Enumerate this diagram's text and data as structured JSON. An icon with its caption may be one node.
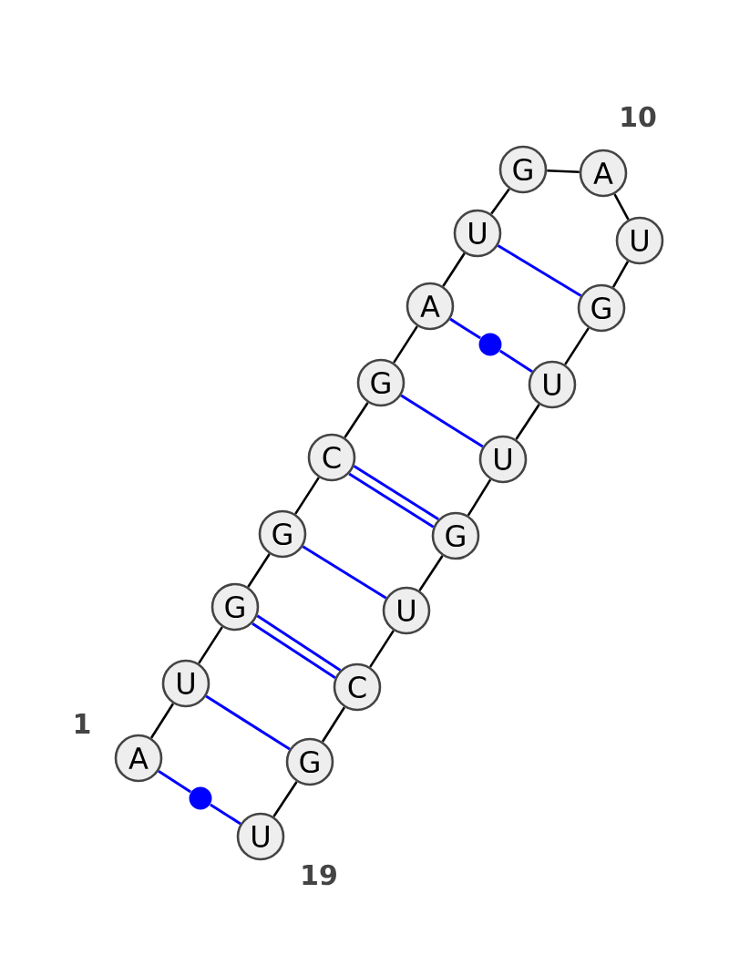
{
  "diagram": {
    "nodes": [
      {
        "text": [
          "A"
        ],
        "beside": [
          "1"
        ]
      },
      {
        "text": [
          "U"
        ]
      },
      {
        "text": [
          "G"
        ]
      },
      {
        "text": [
          "G"
        ]
      },
      {
        "text": [
          "C"
        ]
      },
      {
        "text": [
          "G"
        ]
      },
      {
        "text": [
          "A"
        ]
      },
      {
        "text": [
          "U"
        ]
      },
      {
        "text": [
          "G"
        ]
      },
      {
        "text": [
          "A"
        ],
        "beside": [
          "10"
        ]
      },
      {
        "text": [
          "U"
        ]
      },
      {
        "text": [
          "G"
        ]
      },
      {
        "text": [
          "U"
        ]
      },
      {
        "text": [
          "U"
        ]
      },
      {
        "text": [
          "G"
        ]
      },
      {
        "text": [
          "U"
        ]
      },
      {
        "text": [
          "C"
        ]
      },
      {
        "text": [
          "G"
        ]
      },
      {
        "text": [
          "U"
        ],
        "beside": [
          "19"
        ]
      },
      {
        "text": [],
        "shape": "circle"
      },
      {
        "text": [],
        "shape": "circle"
      }
    ],
    "edges": [
      {
        "from": 0,
        "to": 1,
        "arrow": "none"
      },
      {
        "from": 1,
        "to": 2,
        "arrow": "none"
      },
      {
        "from": 2,
        "to": 3,
        "arrow": "none"
      },
      {
        "from": 3,
        "to": 4,
        "arrow": "none"
      },
      {
        "from": 4,
        "to": 5,
        "arrow": "none"
      },
      {
        "from": 5,
        "to": 6,
        "arrow": "none"
      },
      {
        "from": 6,
        "to": 7,
        "arrow": "none"
      },
      {
        "from": 7,
        "to": 8,
        "arrow": "none"
      },
      {
        "from": 8,
        "to": 9,
        "arrow": "none"
      },
      {
        "from": 9,
        "to": 10,
        "arrow": "none"
      },
      {
        "from": 10,
        "to": 11,
        "arrow": "none"
      },
      {
        "from": 11,
        "to": 12,
        "arrow": "none"
      },
      {
        "from": 12,
        "to": 13,
        "arrow": "none"
      },
      {
        "from": 13,
        "to": 14,
        "arrow": "none"
      },
      {
        "from": 14,
        "to": 15,
        "arrow": "none"
      },
      {
        "from": 15,
        "to": 16,
        "arrow": "none"
      },
      {
        "from": 16,
        "to": 17,
        "arrow": "none"
      },
      {
        "from": 17,
        "to": 18,
        "arrow": "none"
      },
      {
        "from": 0,
        "to": 19,
        "arrow": "none",
        "color": "#0000ff"
      },
      {
        "from": 19,
        "to": 18,
        "arrow": "none",
        "color": "#0000ff"
      },
      {
        "from": 1,
        "to": 17,
        "arrow": "none",
        "color": "#0000ff"
      },
      {
        "from": 2,
        "to": 16,
        "arrow": "none",
        "color": "#0000ff"
      },
      {
        "from": 2,
        "to": 16,
        "arrow": "none",
        "color": "#0000ff"
      },
      {
        "from": 3,
        "to": 15,
        "arrow": "none",
        "color": "#0000ff"
      },
      {
        "from": 4,
        "to": 14,
        "arrow": "none",
        "color": "#0000ff"
      },
      {
        "from": 4,
        "to": 14,
        "arrow": "none",
        "color": "#0000ff"
      },
      {
        "from": 5,
        "to": 13,
        "arrow": "none",
        "color": "#0000ff"
      },
      {
        "from": 6,
        "to": 20,
        "arrow": "none",
        "color": "#0000ff"
      },
      {
        "from": 20,
        "to": 12,
        "arrow": "none",
        "color": "#0000ff"
      },
      {
        "from": 7,
        "to": 11,
        "arrow": "none",
        "color": "#0000ff"
      }
    ]
  }
}
